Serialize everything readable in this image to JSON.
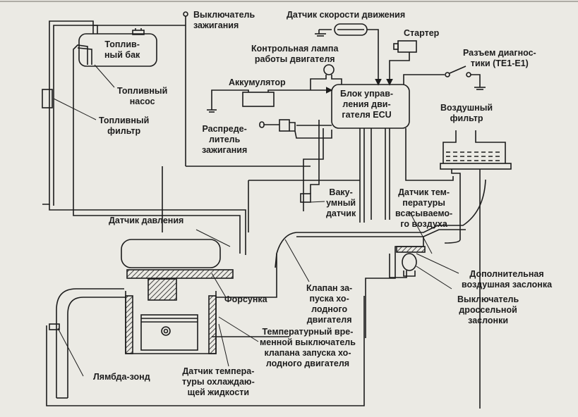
{
  "figure": {
    "title": "Engine fuel injection and control system diagram",
    "labels": {
      "ignition_switch": "Выключатель\nзажигания",
      "speed_sensor": "Датчик скорости движения",
      "starter": "Стартер",
      "check_engine_lamp": "Контрольная лампа\nработы двигателя",
      "diag_connector": "Разъем диагнос-\nтики (TE1-E1)",
      "fuel_tank": "Топлив-\nный бак",
      "fuel_pump": "Топливный\nнасос",
      "fuel_filter": "Топливный\nфильтр",
      "battery": "Аккумулятор",
      "ecu": "Блок управ-\nления дви-\nгателя ECU",
      "air_filter": "Воздушный\nфильтр",
      "distributor": "Распреде-\nлитель\nзажигания",
      "vacuum_sensor": "Ваку-\nумный\nдатчик",
      "intake_air_temp_sensor": "Датчик тем-\nпературы\nвсасываемо-\nго воздуха",
      "pressure_sensor": "Датчик давления",
      "aux_air_valve": "Дополнительная\nвоздушная заслонка",
      "cold_start_valve": "Клапан за-\nпуска хо-\nлодного\nдвигателя",
      "throttle_switch": "Выключатель\nдроссельной\nзаслонки",
      "injector": "Форсунка",
      "thermo_time_switch": "Температурный вре-\nменной выключатель\nклапана запуска хо-\nлодного двигателя",
      "lambda_probe": "Лямбда-зонд",
      "coolant_temp_sensor": "Датчик темпера-\nтуры охлаждаю-\nщей жидкости"
    },
    "colors": {
      "ink": "#1c1c1c",
      "paper": "#ebeae4",
      "faded_text": "#c9c7c0"
    }
  }
}
